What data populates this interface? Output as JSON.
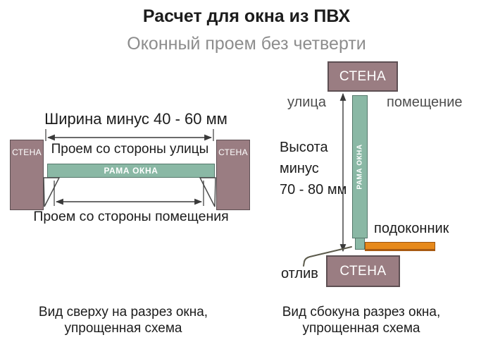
{
  "title": "Расчет для окна из ПВХ",
  "subtitle": "Оконный проем без четверти",
  "colors": {
    "wall": "#9a7d82",
    "wall-border": "#5d4f53",
    "frame": "#8ab8a5",
    "frame-border": "#55776b",
    "sill": "#e6891b",
    "sill-border": "#9c5510",
    "line": "#3a3a3a",
    "title": "#1c1c1c",
    "subtitle": "#8d8d8d",
    "muted": "#4d4d4d"
  },
  "left": {
    "heading": "Ширина минус 40 - 60 мм",
    "wall_label": "СТЕНА",
    "street_opening_label": "Проем со стороны улицы",
    "frame_label": "РАМА ОКНА",
    "room_opening_label": "Проем со стороны помещения",
    "caption_line1": "Вид сверху на разрез окна,",
    "caption_line2": "упрощенная схема"
  },
  "right": {
    "wall_top_label": "СТЕНА",
    "street_label": "улица",
    "room_label": "помещение",
    "height_lines": [
      "Высота",
      "минус",
      "70 - 80 мм"
    ],
    "frame_label": "РАМА ОКНА",
    "sill_label": "подоконник",
    "drip_label": "отлив",
    "wall_bottom_label": "СТЕНА",
    "caption_line1": "Вид сбокуна разрез окна,",
    "caption_line2": "упрощенная схема"
  }
}
